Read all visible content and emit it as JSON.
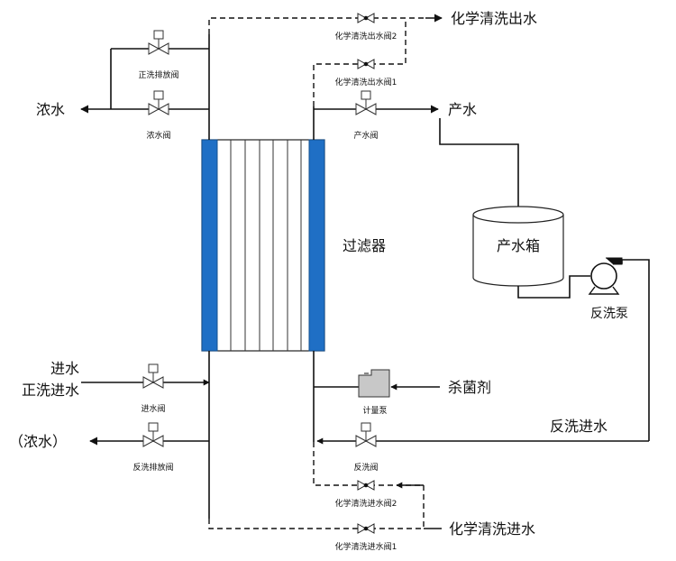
{
  "labels": {
    "concentrate": "浓水",
    "concentrate_paren": "（浓水）",
    "feed_water": "进水",
    "forward_wash_feed": "正洗进水",
    "product_water": "产水",
    "product_tank": "产水箱",
    "filter": "过滤器",
    "chem_clean_outlet": "化学清洗出水",
    "chem_clean_inlet": "化学清洗进水",
    "biocide": "杀菌剂",
    "backwash_pump": "反洗泵",
    "backwash_feed": "反洗进水"
  },
  "valves": {
    "forward_drain": "正洗排放阀",
    "concentrate": "浓水阀",
    "feed": "进水阀",
    "backwash_drain": "反洗排放阀",
    "chem_out_2": "化学清洗出水阀2",
    "chem_out_1": "化学清洗出水阀1",
    "product": "产水阀",
    "backwash": "反洗阀",
    "chem_in_2": "化学清洗进水阀2",
    "chem_in_1": "化学清洗进水阀1"
  },
  "equipment": {
    "metering_pump": "计量泵"
  },
  "colors": {
    "filter_end_plates": "#1f6fc5",
    "metering_pump": "#c8c8c8",
    "lines": "#111111"
  }
}
